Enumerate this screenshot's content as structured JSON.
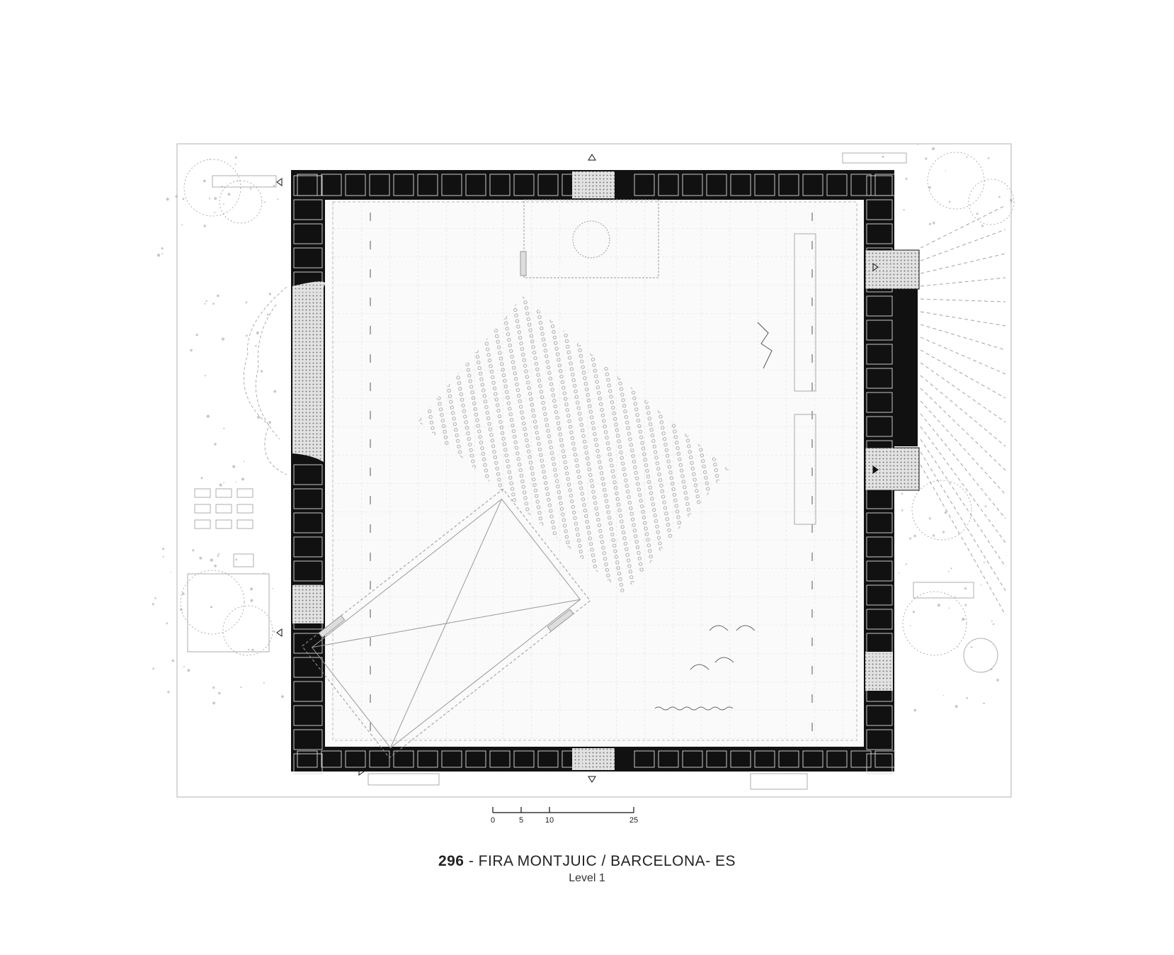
{
  "scale_bar": {
    "ticks": [
      "0",
      "5",
      "10",
      "25"
    ],
    "values": [
      0,
      5,
      10,
      25
    ]
  },
  "caption": {
    "project_number": "296",
    "separator": " - ",
    "title": "FIRA MONTJUIC / BARCELONA- ES",
    "level": "Level 1"
  }
}
